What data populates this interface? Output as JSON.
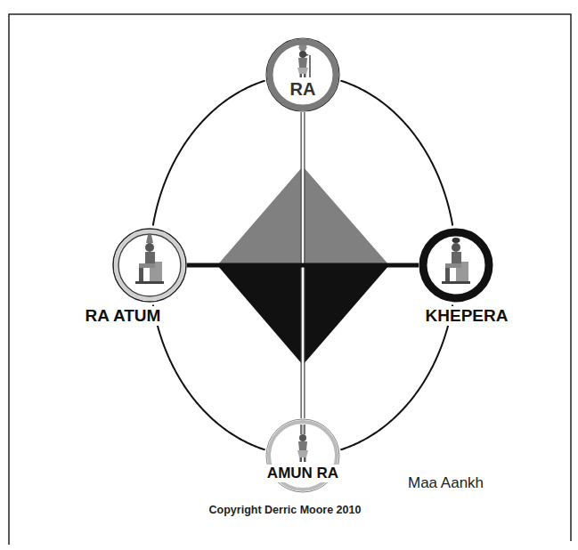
{
  "diagram": {
    "nodes": [
      {
        "text": [
          "RA"
        ]
      },
      {
        "text": [
          "RA ATUM"
        ]
      },
      {
        "text": [
          "KHEPERA"
        ]
      },
      {
        "text": [
          "AMUN RA"
        ]
      }
    ],
    "edges": [
      {
        "from": 0,
        "to": 3,
        "arrow": "none"
      },
      {
        "from": 1,
        "to": 2,
        "arrow": "none"
      },
      {
        "from": 0,
        "to": 2,
        "arrow": "none"
      },
      {
        "from": 2,
        "to": 3,
        "arrow": "none"
      },
      {
        "from": 3,
        "to": 1,
        "arrow": "none"
      },
      {
        "from": 1,
        "to": 0,
        "arrow": "none"
      }
    ],
    "labels": [
      "Maa Aankh",
      "Copyright Derric Moore 2010"
    ]
  }
}
